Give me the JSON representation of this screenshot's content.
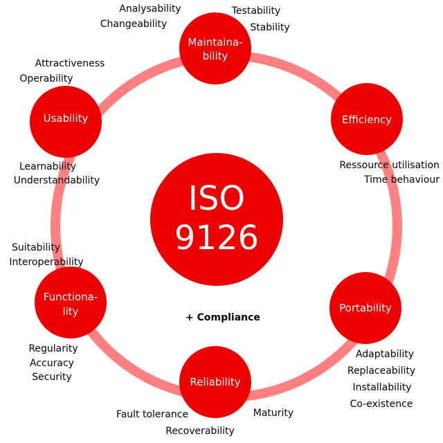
{
  "colors": {
    "ring": "#ff8080",
    "node_fill": "#ee0000",
    "center_fill": "#ee0000",
    "node_text": "#ffffff",
    "sub_text": "#000000"
  },
  "center": {
    "line1": "ISO",
    "line2": "9126"
  },
  "compliance": "+ Compliance",
  "characteristics": {
    "maintainability": {
      "label_line1": "Maintaina-",
      "label_line2": "bility",
      "subs": [
        "Analysability",
        "Changeability",
        "Testability",
        "Stability"
      ]
    },
    "efficiency": {
      "label_line1": "Efficiency",
      "subs": [
        "Ressource utilisation",
        "Time behaviour"
      ]
    },
    "portability": {
      "label_line1": "Portability",
      "subs": [
        "Adaptability",
        "Replaceability",
        "Installability",
        "Co-existence"
      ]
    },
    "reliability": {
      "label_line1": "Reliability",
      "subs": [
        "Maturity",
        "Fault tolerance",
        "Recoverability"
      ]
    },
    "functionality": {
      "label_line1": "Functiona-",
      "label_line2": "lity",
      "subs": [
        "Suitability",
        "Interoperability",
        "Regularity",
        "Accuracy",
        "Security"
      ]
    },
    "usability": {
      "label_line1": "Usability",
      "subs": [
        "Attractiveness",
        "Operability",
        "Learnability",
        "Understandability"
      ]
    }
  }
}
